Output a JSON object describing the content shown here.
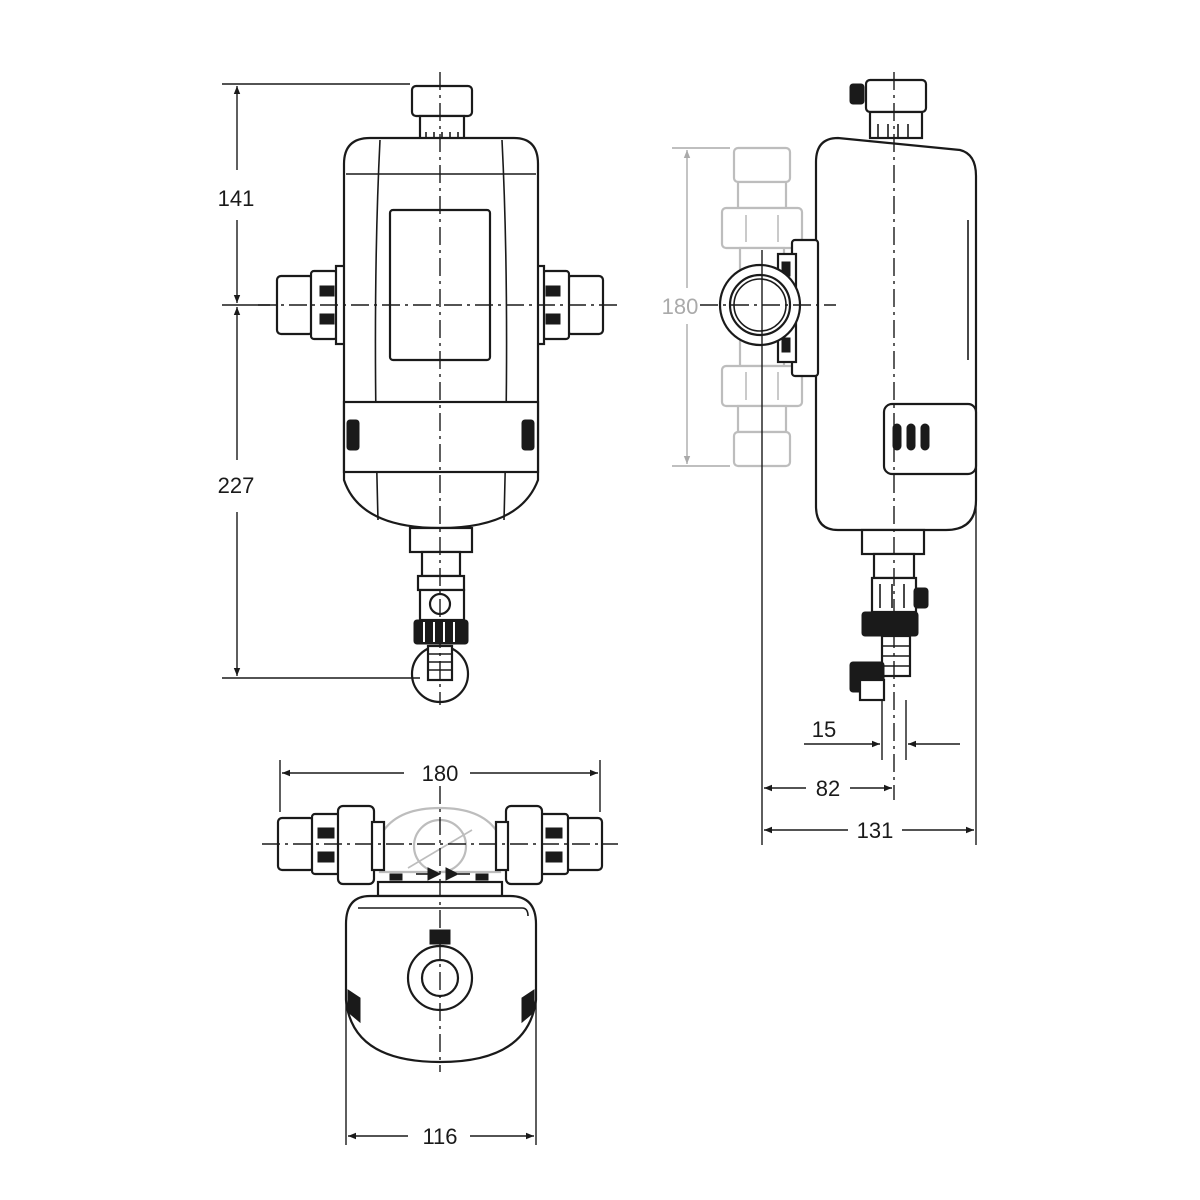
{
  "dimensions": {
    "front_top_height": "141",
    "front_bottom_height": "227",
    "top_view_width": "180",
    "top_view_body_width": "116",
    "side_pipe_height": "180",
    "side_offset_small": "15",
    "side_offset_axis": "82",
    "side_total_depth": "131"
  },
  "colors": {
    "line": "#1a1a1a",
    "ghost": "#bdbdbd",
    "ghost_text": "#aaaaaa",
    "background": "#ffffff"
  }
}
